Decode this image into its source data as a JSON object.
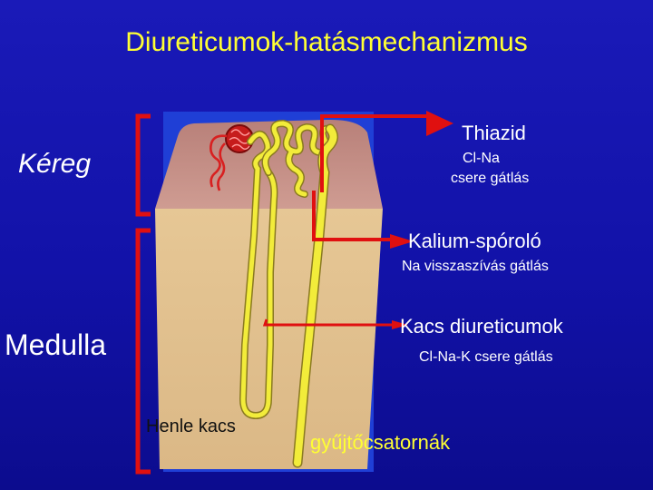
{
  "title": "Diureticumok-hatásmechanizmus",
  "regions": {
    "cortex": "Kéreg",
    "medulla": "Medulla"
  },
  "drugs": [
    {
      "name": "Thiazid",
      "effect_line1": "Cl-Na",
      "effect_line2": "csere gátlás"
    },
    {
      "name": "Kalium-spóroló",
      "effect": "Na visszaszívás gátlás"
    },
    {
      "name": "Kacs diureticumok",
      "effect": "Cl-Na-K csere gátlás"
    }
  ],
  "structures": {
    "loop": "Henle kacs",
    "collecting_ducts": "gyűjtőcsatornák"
  },
  "colors": {
    "background": "#1616b0",
    "title": "#ffff33",
    "arrow": "#e01010",
    "bracket": "#e01010",
    "tubule": "#f2ec3a",
    "cortex_tissue": "#c8928c",
    "medulla_tissue": "#e3c28f"
  }
}
